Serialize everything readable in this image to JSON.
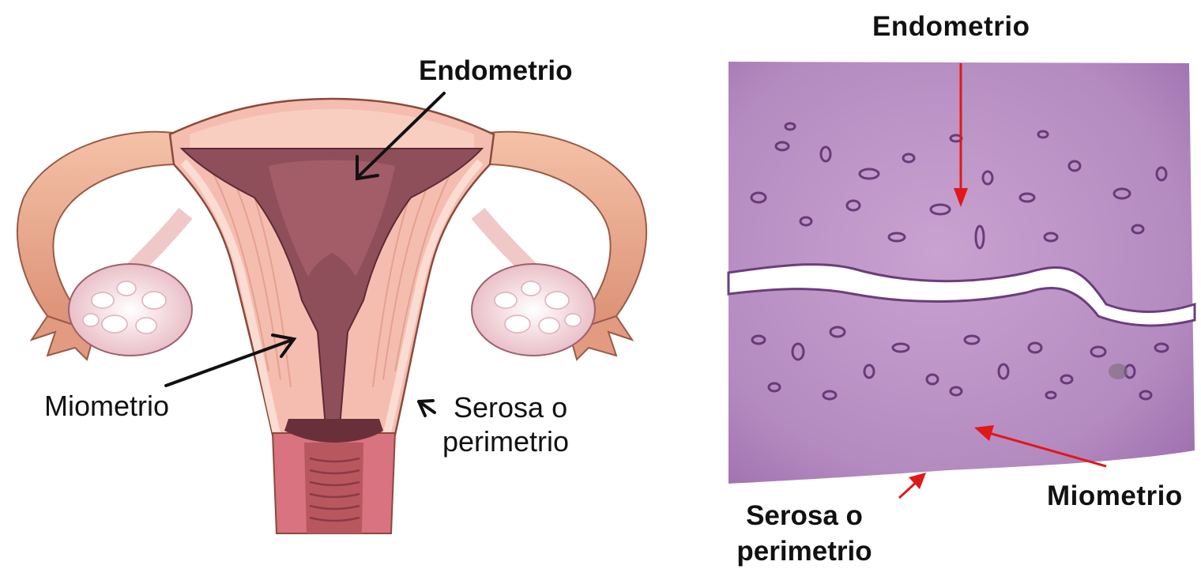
{
  "left_diagram": {
    "labels": {
      "endometrio": "Endometrio",
      "miometrio": "Miometrio",
      "serosa_line1": "Serosa o",
      "serosa_line2": "perimetrio"
    }
  },
  "right_micrograph": {
    "labels": {
      "endometrio": "Endometrio",
      "miometrio": "Miometrio",
      "serosa_line1": "Serosa o",
      "serosa_line2": "perimetrio"
    },
    "arrow_color": "#e01818"
  },
  "colors": {
    "uterus_wall": "#f4bdb0",
    "uterus_outline": "#8a4a3c",
    "cavity": "#8e4f5a",
    "ovary": "#f3d7dc",
    "tissue": "#b07ab8"
  }
}
